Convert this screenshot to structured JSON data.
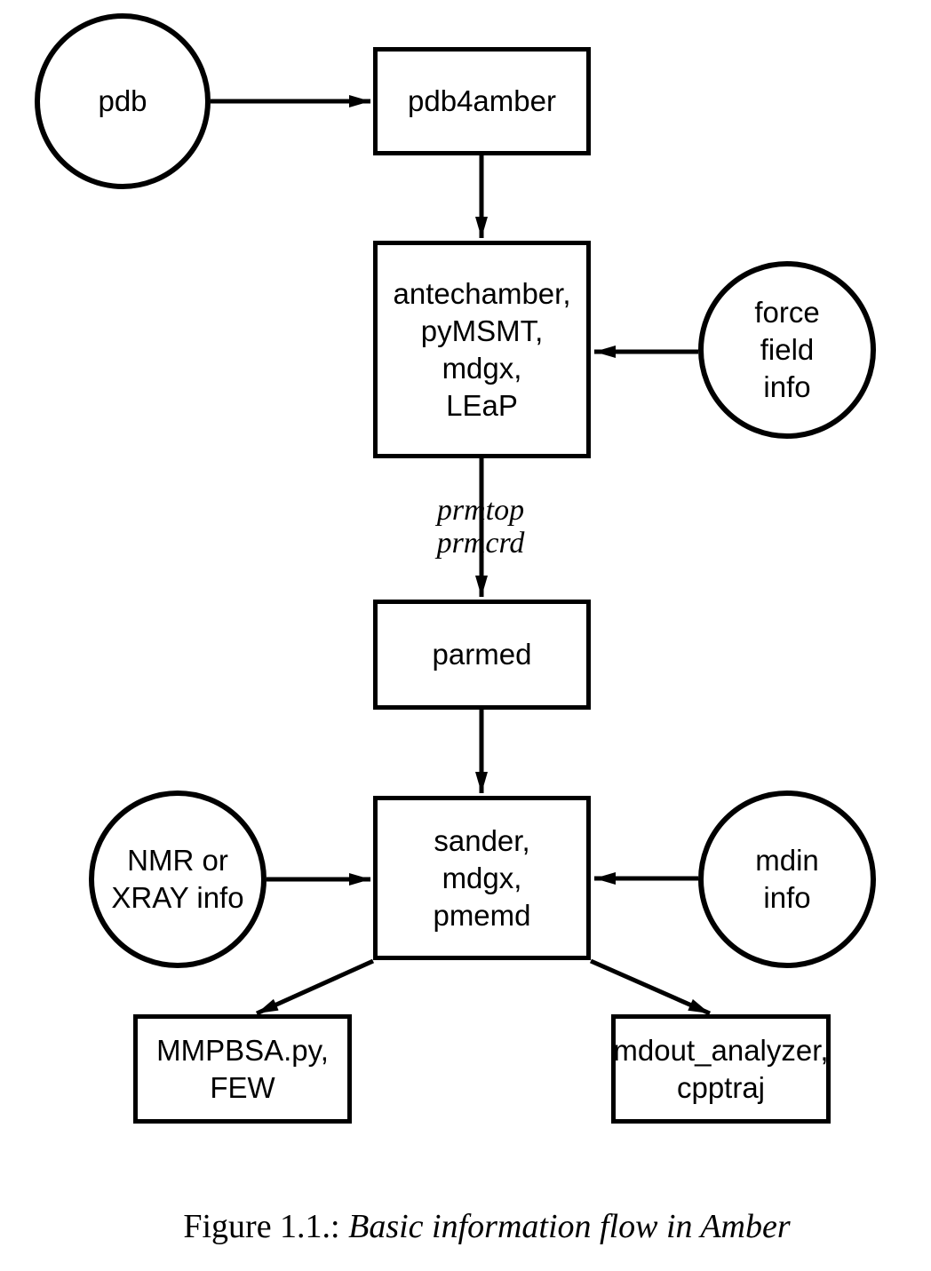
{
  "nodes": {
    "pdb": {
      "label": "pdb"
    },
    "pdb4amber": {
      "label": "pdb4amber"
    },
    "antechamber": {
      "lines": [
        "antechamber,",
        "pyMSMT,",
        "mdgx,",
        "LEaP"
      ]
    },
    "force_field": {
      "lines": [
        "force",
        "field",
        "info"
      ]
    },
    "parmed": {
      "label": "parmed"
    },
    "sander": {
      "lines": [
        "sander,",
        "mdgx,",
        "pmemd"
      ]
    },
    "nmr_xray": {
      "lines": [
        "NMR or",
        "XRAY info"
      ]
    },
    "mdin": {
      "lines": [
        "mdin",
        "info"
      ]
    },
    "mmpbsa": {
      "lines": [
        "MMPBSA.py,",
        "FEW"
      ]
    },
    "mdout": {
      "lines": [
        "mdout_analyzer,",
        "cpptraj"
      ]
    }
  },
  "edge_labels": {
    "line1": "prmtop",
    "line2": "prmcrd"
  },
  "caption": {
    "prefix": "Figure 1.1.: ",
    "title": "Basic information flow in Amber"
  },
  "colors": {
    "stroke": "#000000",
    "background": "#ffffff"
  }
}
